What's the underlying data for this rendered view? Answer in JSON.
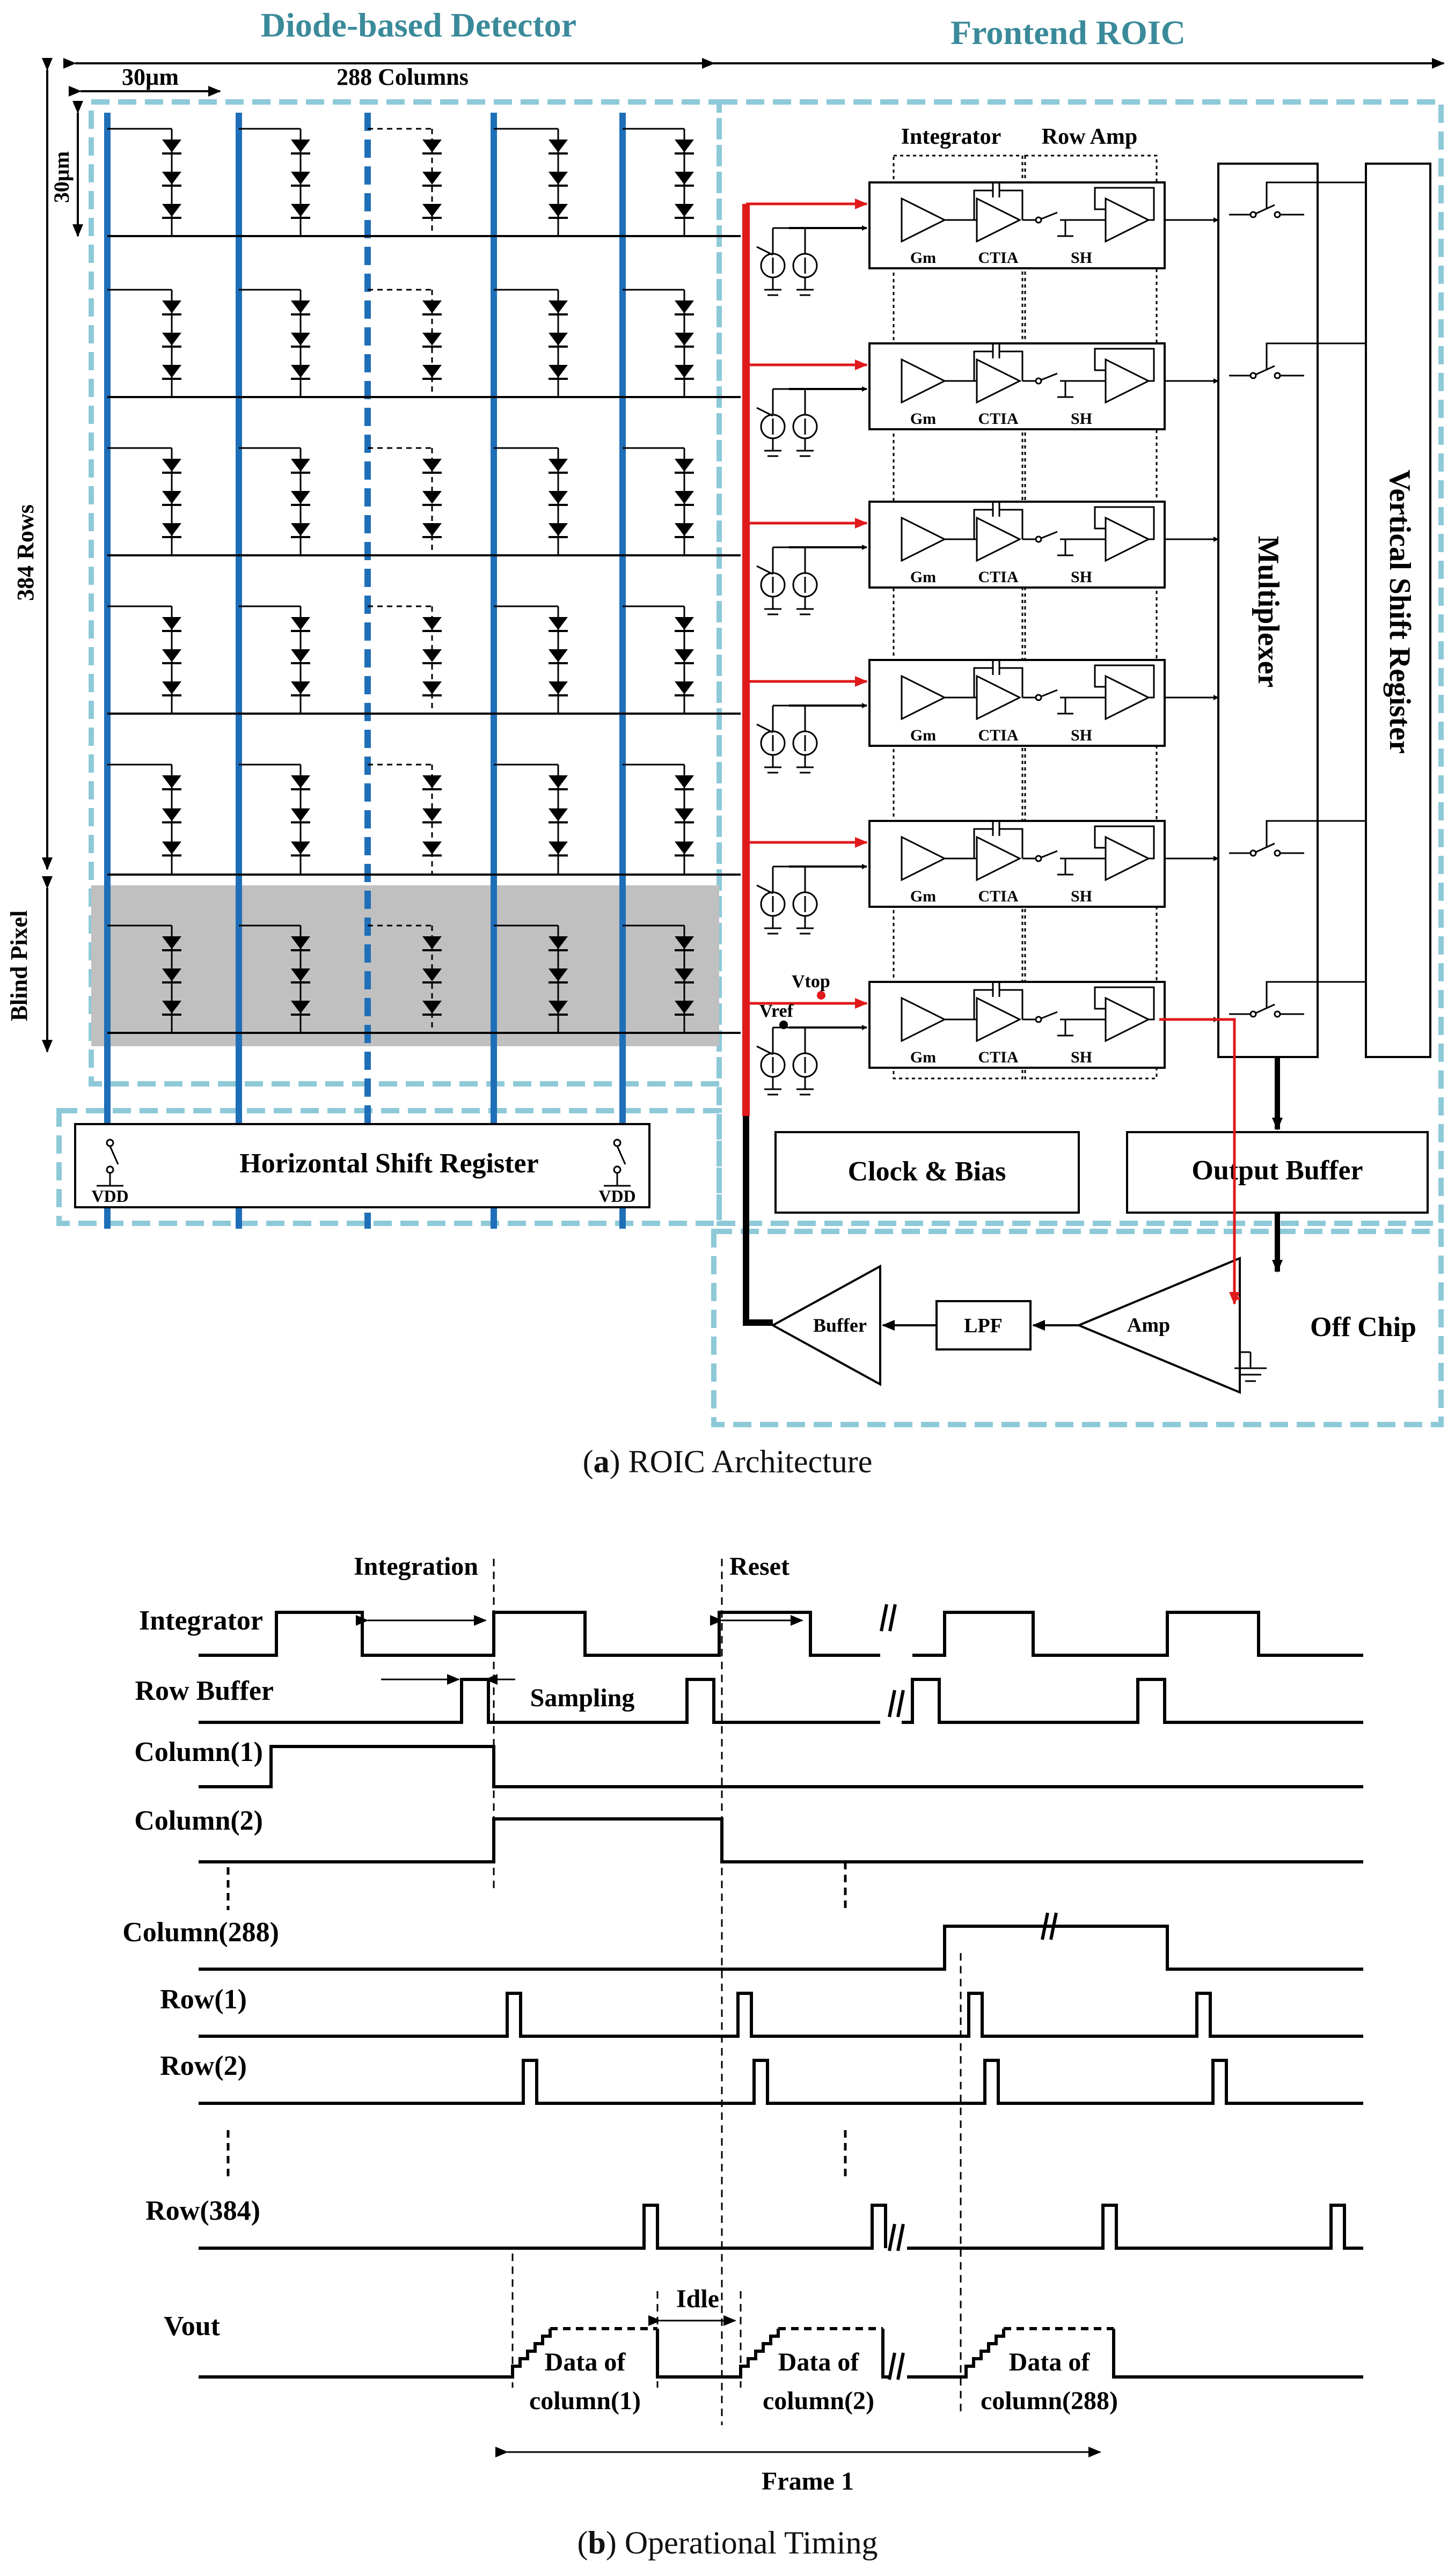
{
  "arch": {
    "titles": {
      "detector": "Diode-based Detector",
      "frontend": "Frontend ROIC"
    },
    "dims": {
      "pitch_h": "30µm",
      "columns": "288 Columns",
      "pitch_v": "30µm",
      "rows": "384 Rows",
      "blind": "Blind Pixel"
    },
    "hsr": {
      "label": "Horizontal Shift Register",
      "vdd": "VDD"
    },
    "integ_header": "Integrator",
    "rowamp_header": "Row Amp",
    "chain": {
      "gm": "Gm",
      "ctia": "CTIA",
      "sh": "SH"
    },
    "vtop": "Vtop",
    "vref": "Vref",
    "mux": "Multiplexer",
    "vsr": "Vertical Shift Register",
    "clock": "Clock & Bias",
    "outbuf": "Output Buffer",
    "buffer": "Buffer",
    "lpf": "LPF",
    "amp": "Amp",
    "offchip": "Off Chip",
    "colors": {
      "teal_text": "#3a8a9a",
      "dashed_box": "#8ec9d8",
      "column_line": "#1f6fb8",
      "signal_red": "#e0191b",
      "blind_fill": "#c0c0c0"
    }
  },
  "caption_a": {
    "letter": "a",
    "text": " ROIC Architecture"
  },
  "timing": {
    "labels": {
      "integrator": "Integrator",
      "row_buffer": "Row Buffer",
      "col1": "Column(1)",
      "col2": "Column(2)",
      "col288": "Column(288)",
      "row1": "Row(1)",
      "row2": "Row(2)",
      "row384": "Row(384)",
      "vout": "Vout"
    },
    "annotations": {
      "integration": "Integration",
      "reset": "Reset",
      "sampling": "Sampling",
      "idle": "Idle",
      "data1_a": "Data of",
      "data1_b": "column(1)",
      "data2_a": "Data of",
      "data2_b": "column(2)",
      "data288_a": "Data of",
      "data288_b": "column(288)",
      "frame": "Frame 1"
    }
  },
  "caption_b": {
    "letter": "b",
    "text": " Operational Timing"
  }
}
